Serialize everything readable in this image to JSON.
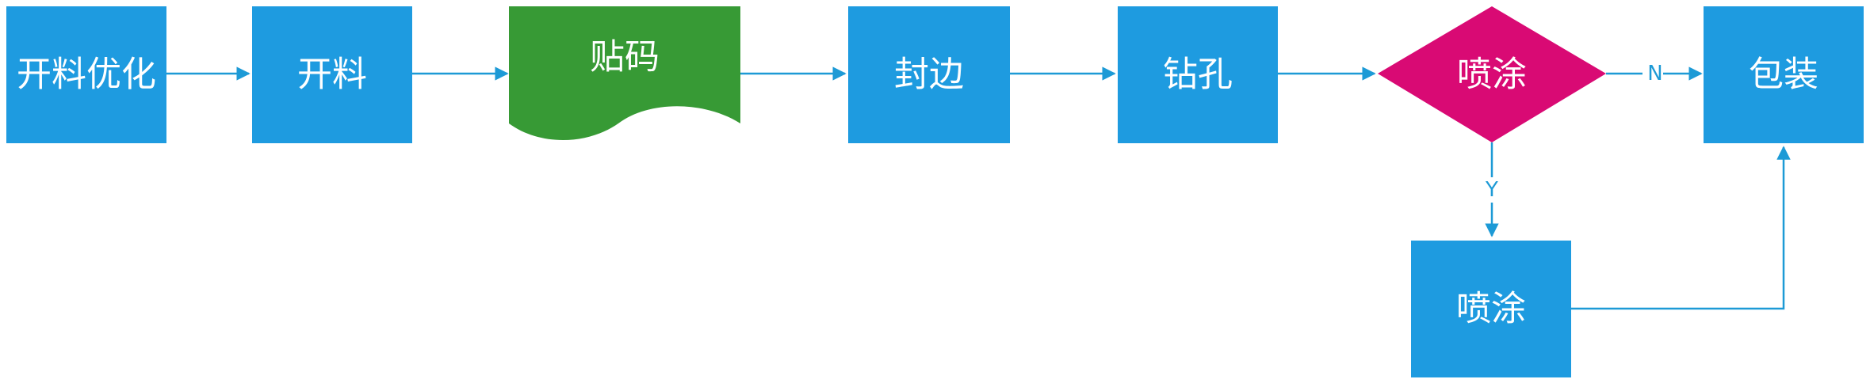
{
  "colors": {
    "process": "#1e9be0",
    "document": "#379a35",
    "decision": "#d90a74",
    "edge": "#1d9ad6"
  },
  "nodes": {
    "optimize": "开料优化",
    "cutting": "开料",
    "labeling": "贴码",
    "edge_banding": "封边",
    "drilling": "钻孔",
    "spray_decision": "喷涂",
    "packing": "包装",
    "spray_process": "喷涂"
  },
  "edges": {
    "no_label": "N",
    "yes_label": "Y"
  }
}
